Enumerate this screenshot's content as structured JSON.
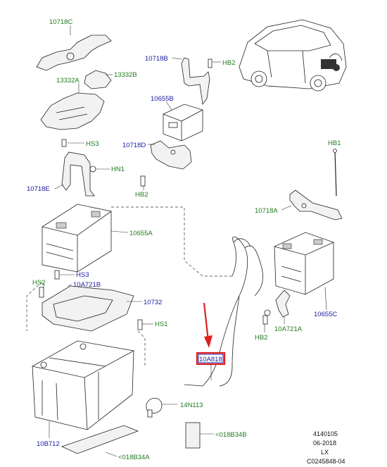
{
  "labels": {
    "c10718C": "10718C",
    "c13332B": "13332B",
    "c13332A": "13332A",
    "c10718B": "10718B",
    "hb2_top": "HB2",
    "c10655B": "10655B",
    "hs3_top": "HS3",
    "c10718D": "10718D",
    "hn1": "HN1",
    "hb2_mid": "HB2",
    "c10718E": "10718E",
    "c10655A": "10655A",
    "hs3_mid": "HS3",
    "hs2": "HS2",
    "c10A721B": "10A721B",
    "c10732": "10732",
    "hs1": "HS1",
    "hb1": "HB1",
    "c10718A": "10718A",
    "c10655C": "10655C",
    "c10A721A": "10A721A",
    "hb2_low": "HB2",
    "c10A818": "10A818",
    "c14N113": "14N113",
    "c10B712": "10B712",
    "c018B34A": "<018B34A",
    "c018B34B": "<018B34B"
  },
  "meta": {
    "line1": "4140105",
    "line2": "06-2018",
    "line3": "LX",
    "line4": "C0245848-04"
  },
  "colors": {
    "green_label": "#1f7a1f",
    "blue_label": "#1a1aa0",
    "highlight": "#e02020"
  }
}
